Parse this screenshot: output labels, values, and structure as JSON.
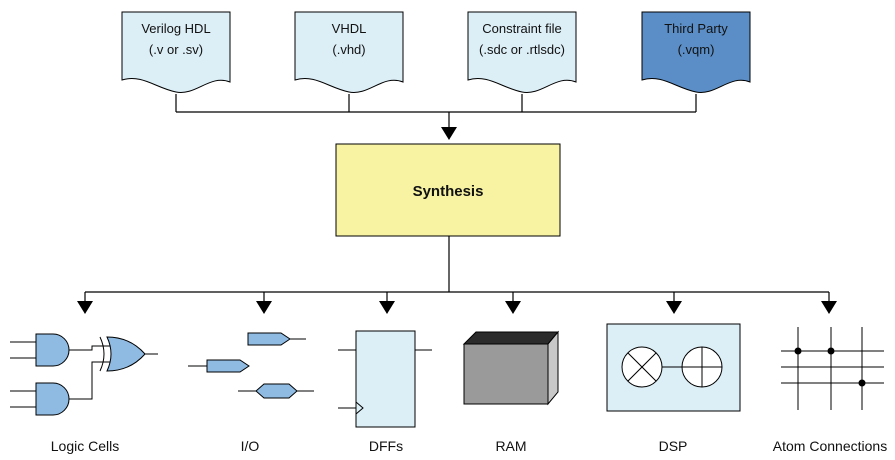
{
  "colors": {
    "document_fill": "#dceef6",
    "third_party_fill": "#5b8ec7",
    "synthesis_fill": "#f7f3a3",
    "gate_fill": "#8fbbe3",
    "dff_fill": "#dceef6",
    "dsp_fill": "#dceef6",
    "ram_front": "#9a9a9a",
    "ram_top": "#2b2b2b",
    "ram_side": "#c8c8c8",
    "line": "#000000"
  },
  "inputs": [
    {
      "line1": "Verilog HDL",
      "line2": "(.v or .sv)"
    },
    {
      "line1": "VHDL",
      "line2": "(.vhd)"
    },
    {
      "line1": "Constraint file",
      "line2": "(.sdc or .rtlsdc)"
    },
    {
      "line1": "Third Party",
      "line2": "(.vqm)"
    }
  ],
  "synthesis": {
    "label": "Synthesis"
  },
  "outputs": [
    {
      "label": "Logic Cells",
      "icon": "logic-gates-icon"
    },
    {
      "label": "I/O",
      "icon": "io-buffers-icon"
    },
    {
      "label": "DFFs",
      "icon": "flip-flop-icon"
    },
    {
      "label": "RAM",
      "icon": "ram-block-icon"
    },
    {
      "label": "DSP",
      "icon": "multiplier-adder-icon"
    },
    {
      "label": "Atom Connections",
      "icon": "connection-grid-icon"
    }
  ]
}
